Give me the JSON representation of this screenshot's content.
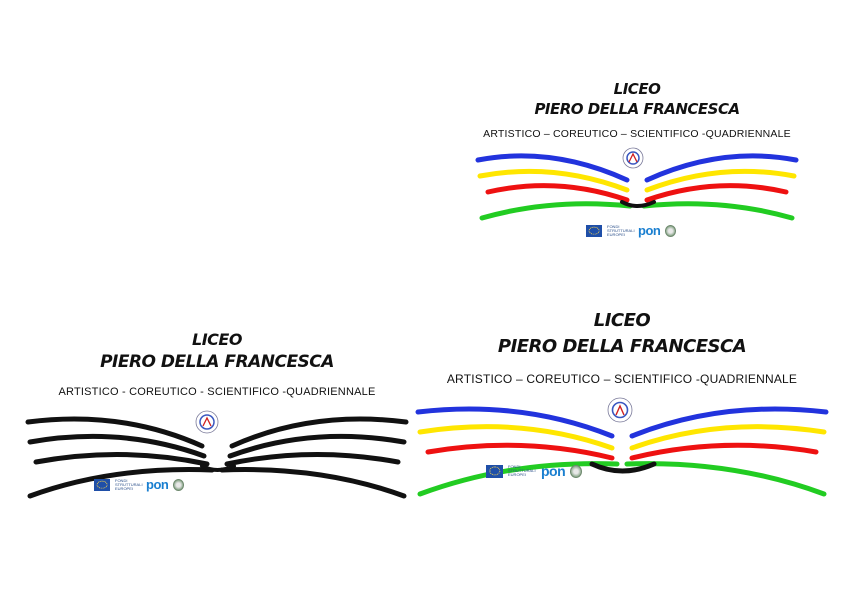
{
  "logos": [
    {
      "id": "logo-top-right",
      "variant": "color",
      "title_line1": "LICEO",
      "title_line2": "PIERO DELLA FRANCESCA",
      "subtitle": "ARTISTICO – COREUTICO – SCIENTIFICO -QUADRIENNALE",
      "stripe_colors": [
        "#2233dd",
        "#ffe600",
        "#ee1111",
        "#22cc22"
      ],
      "center_stroke_color": "#111111",
      "funding": {
        "fund_label": "FONDI STRUTTURALI EUROPEI",
        "program_label": "pon"
      }
    },
    {
      "id": "logo-bottom-left",
      "variant": "black",
      "title_line1": "LICEO",
      "title_line2": "PIERO DELLA FRANCESCA",
      "subtitle": "ARTISTICO - COREUTICO - SCIENTIFICO -QUADRIENNALE",
      "stripe_colors": [
        "#111111",
        "#111111",
        "#111111",
        "#111111"
      ],
      "center_stroke_color": "#111111",
      "funding": {
        "fund_label": "FONDI STRUTTURALI EUROPEI",
        "program_label": "pon"
      }
    },
    {
      "id": "logo-bottom-right",
      "variant": "color",
      "title_line1": "LICEO",
      "title_line2": "PIERO DELLA FRANCESCA",
      "subtitle": "ARTISTICO – COREUTICO – SCIENTIFICO -QUADRIENNALE",
      "stripe_colors": [
        "#2233dd",
        "#ffe600",
        "#ee1111",
        "#22cc22"
      ],
      "center_stroke_color": "#111111",
      "funding": {
        "fund_label": "FONDI STRUTTURALI EUROPEI",
        "program_label": "pon"
      }
    }
  ]
}
